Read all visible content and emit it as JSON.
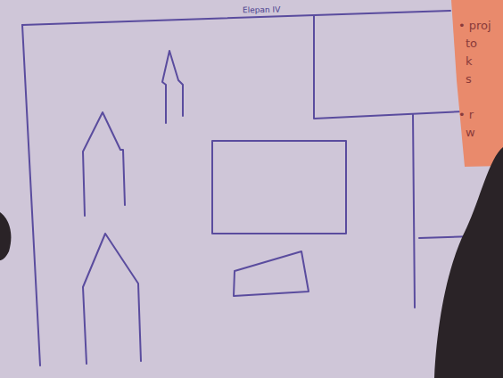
{
  "diagram": {
    "title": "Elepan IV",
    "labels": [
      "• proj",
      "to",
      "k",
      "s",
      "• r",
      "w"
    ]
  }
}
